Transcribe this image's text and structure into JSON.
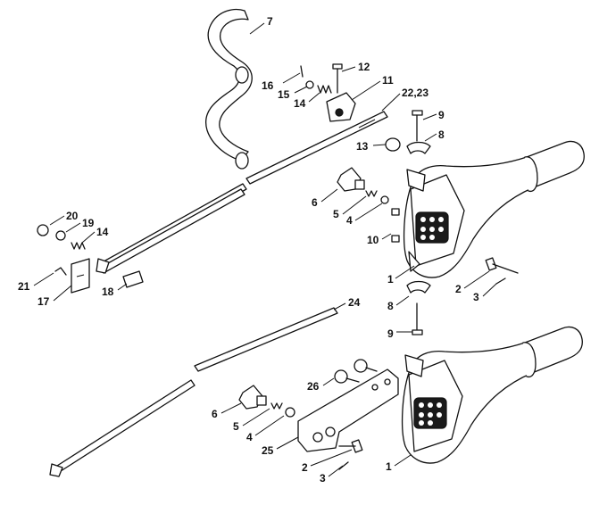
{
  "callouts": [
    {
      "id": "c7",
      "text": "7"
    },
    {
      "id": "c16",
      "text": "16"
    },
    {
      "id": "c15",
      "text": "15"
    },
    {
      "id": "c14a",
      "text": "14"
    },
    {
      "id": "c12",
      "text": "12"
    },
    {
      "id": "c11",
      "text": "11"
    },
    {
      "id": "c2223",
      "text": "22,23"
    },
    {
      "id": "c9a",
      "text": "9"
    },
    {
      "id": "c8a",
      "text": "8"
    },
    {
      "id": "c13",
      "text": "13"
    },
    {
      "id": "c6a",
      "text": "6"
    },
    {
      "id": "c5a",
      "text": "5"
    },
    {
      "id": "c4a",
      "text": "4"
    },
    {
      "id": "c10",
      "text": "10"
    },
    {
      "id": "c1a",
      "text": "1"
    },
    {
      "id": "c2a",
      "text": "2"
    },
    {
      "id": "c3a",
      "text": "3"
    },
    {
      "id": "c8b",
      "text": "8"
    },
    {
      "id": "c9b",
      "text": "9"
    },
    {
      "id": "c20",
      "text": "20"
    },
    {
      "id": "c19",
      "text": "19"
    },
    {
      "id": "c14b",
      "text": "14"
    },
    {
      "id": "c21",
      "text": "21"
    },
    {
      "id": "c17",
      "text": "17"
    },
    {
      "id": "c18",
      "text": "18"
    },
    {
      "id": "c24",
      "text": "24"
    },
    {
      "id": "c26",
      "text": "26"
    },
    {
      "id": "c6b",
      "text": "6"
    },
    {
      "id": "c5b",
      "text": "5"
    },
    {
      "id": "c4b",
      "text": "4"
    },
    {
      "id": "c25",
      "text": "25"
    },
    {
      "id": "c2b",
      "text": "2"
    },
    {
      "id": "c3b",
      "text": "3"
    },
    {
      "id": "c1b",
      "text": "1"
    }
  ]
}
